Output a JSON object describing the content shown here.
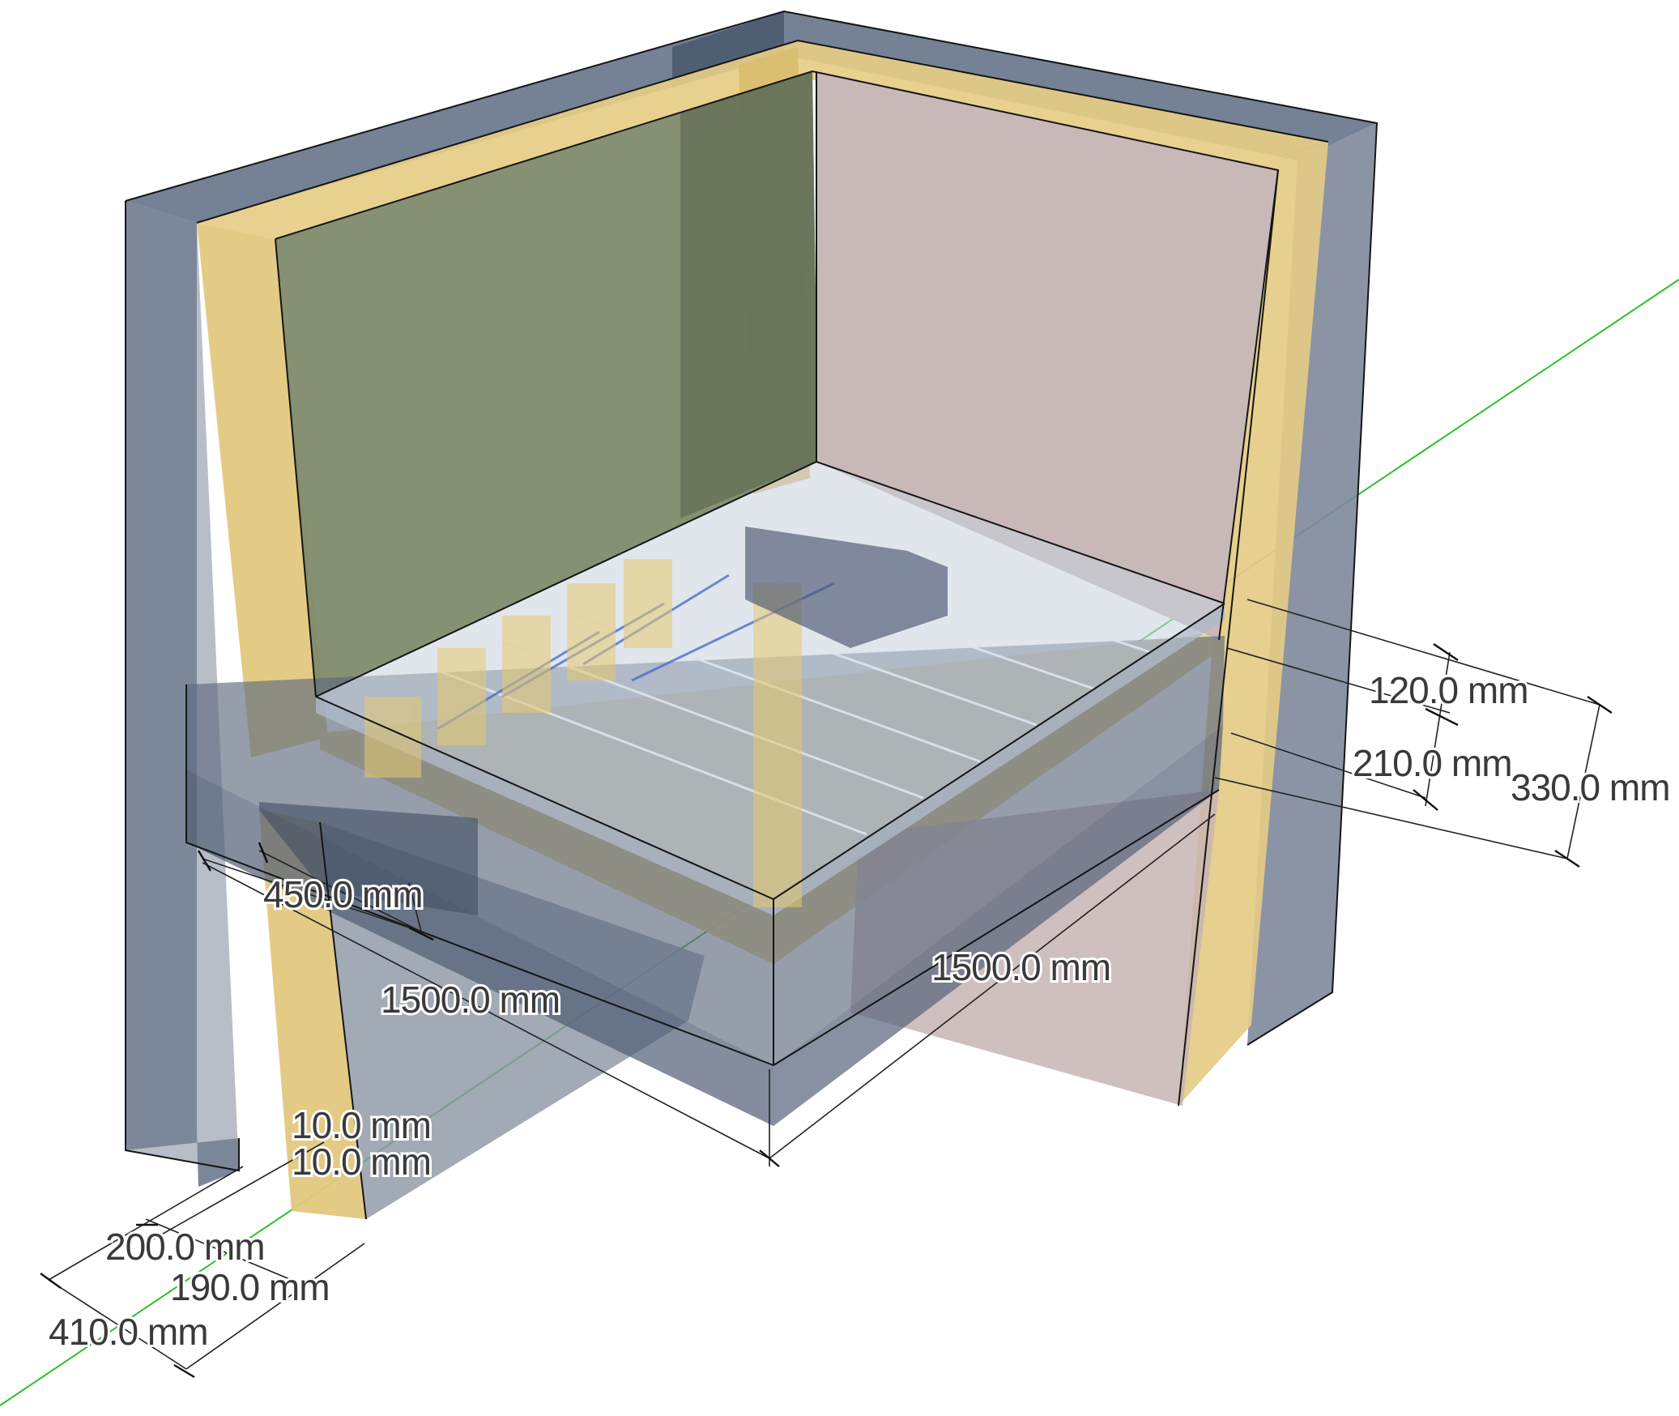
{
  "dimensions": {
    "d120": "120.0 mm",
    "d210": "210.0 mm",
    "d330": "330.0 mm",
    "d450": "450.0 mm",
    "d1500_left": "1500.0 mm",
    "d1500_right": "1500.0 mm",
    "d10_top": "10.0 mm",
    "d10_bottom": "10.0 mm",
    "d200": "200.0 mm",
    "d190": "190.0 mm",
    "d410": "410.0 mm"
  },
  "colors": {
    "outer_wall": "#7b8698",
    "insulation": "#e0c987",
    "left_inner_panel": "#7f8a6b",
    "right_inner_panel": "#c8b8b8",
    "slab": "#c9d2de",
    "beam": "#6b778b",
    "green_axis": "#2ec02e"
  }
}
